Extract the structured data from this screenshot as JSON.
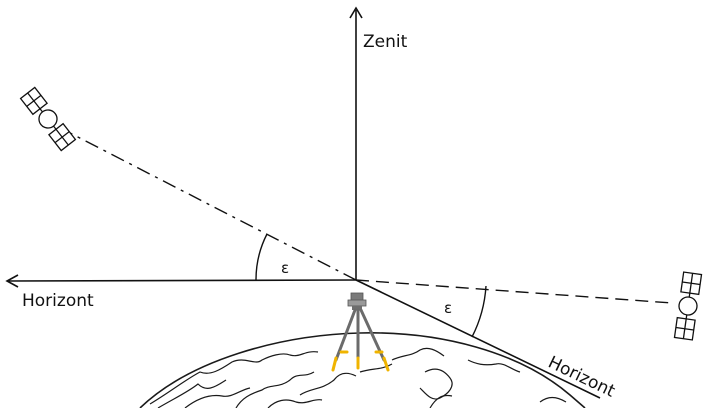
{
  "labels": {
    "zenith": "Zenit",
    "horizon_left": "Horizont",
    "horizon_tilted": "Horizont",
    "angle_left": "ε",
    "angle_right": "ε"
  },
  "colors": {
    "line": "#111111",
    "earth_outline": "#1a1a1a",
    "tripod_leg": "#6b6b6b",
    "tripod_foot": "#f0b400",
    "instrument": "#8c8c8c"
  },
  "icons": {
    "satellite_left": "satellite-icon",
    "satellite_right": "satellite-icon",
    "instrument": "tripod-receiver-icon"
  }
}
